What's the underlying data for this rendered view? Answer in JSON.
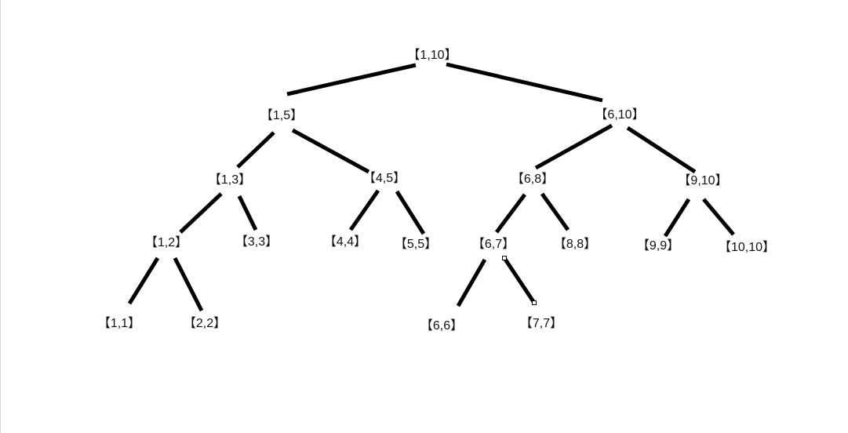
{
  "tree": {
    "nodes": [
      {
        "id": "n1_10",
        "label": "【1,10】"
      },
      {
        "id": "n1_5",
        "label": "【1,5】"
      },
      {
        "id": "n6_10",
        "label": "【6,10】"
      },
      {
        "id": "n1_3",
        "label": "【1,3】"
      },
      {
        "id": "n4_5",
        "label": "【4,5】"
      },
      {
        "id": "n6_8",
        "label": "【6,8】"
      },
      {
        "id": "n9_10",
        "label": "【9,10】"
      },
      {
        "id": "n1_2",
        "label": "【1,2】"
      },
      {
        "id": "n3_3",
        "label": "【3,3】"
      },
      {
        "id": "n4_4",
        "label": "【4,4】"
      },
      {
        "id": "n5_5",
        "label": "【5,5】"
      },
      {
        "id": "n6_7",
        "label": "【6,7】"
      },
      {
        "id": "n8_8",
        "label": "【8,8】"
      },
      {
        "id": "n9_9",
        "label": "【9,9】"
      },
      {
        "id": "n10_10",
        "label": "【10,10】"
      },
      {
        "id": "n1_1",
        "label": "【1,1】"
      },
      {
        "id": "n2_2",
        "label": "【2,2】"
      },
      {
        "id": "n6_6",
        "label": "【6,6】"
      },
      {
        "id": "n7_7",
        "label": "【7,7】"
      }
    ],
    "edges": [
      {
        "from": "n1_10",
        "to": "n1_5"
      },
      {
        "from": "n1_10",
        "to": "n6_10"
      },
      {
        "from": "n1_5",
        "to": "n1_3"
      },
      {
        "from": "n1_5",
        "to": "n4_5"
      },
      {
        "from": "n6_10",
        "to": "n6_8"
      },
      {
        "from": "n6_10",
        "to": "n9_10"
      },
      {
        "from": "n1_3",
        "to": "n1_2"
      },
      {
        "from": "n1_3",
        "to": "n3_3"
      },
      {
        "from": "n4_5",
        "to": "n4_4"
      },
      {
        "from": "n4_5",
        "to": "n5_5"
      },
      {
        "from": "n6_8",
        "to": "n6_7"
      },
      {
        "from": "n6_8",
        "to": "n8_8"
      },
      {
        "from": "n9_10",
        "to": "n9_9"
      },
      {
        "from": "n9_10",
        "to": "n10_10"
      },
      {
        "from": "n1_2",
        "to": "n1_1"
      },
      {
        "from": "n1_2",
        "to": "n2_2"
      },
      {
        "from": "n6_7",
        "to": "n6_6"
      },
      {
        "from": "n6_7",
        "to": "n7_7",
        "selected": true
      }
    ]
  }
}
